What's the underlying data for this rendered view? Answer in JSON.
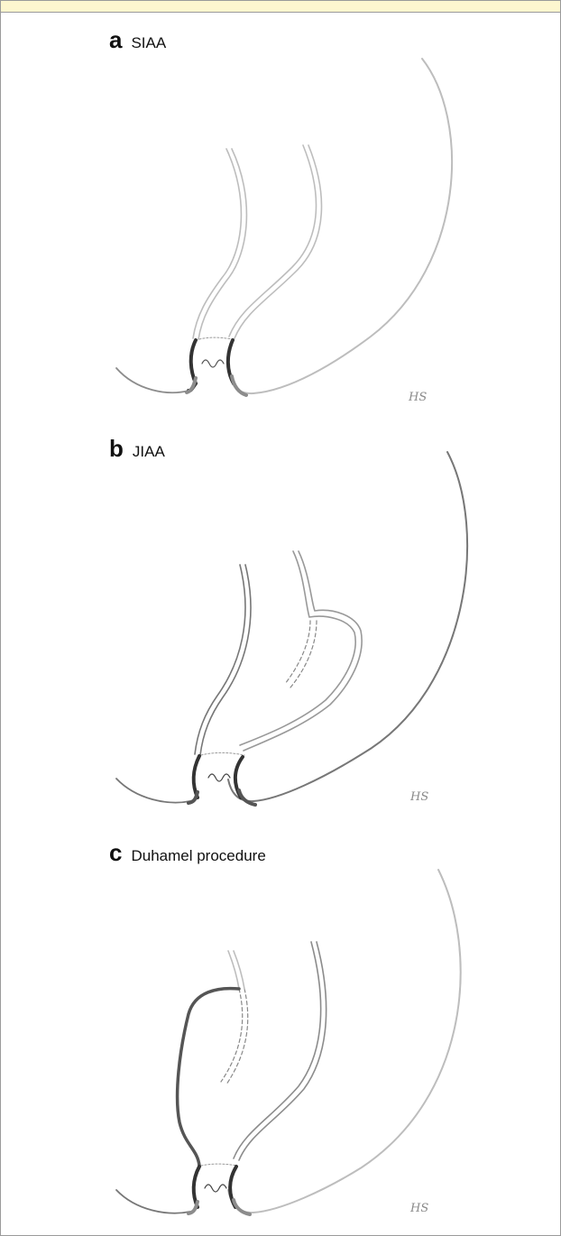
{
  "panels": [
    {
      "letter": "a",
      "title": "SIAA",
      "initials": "HS"
    },
    {
      "letter": "b",
      "title": "JIAA",
      "initials": "HS"
    },
    {
      "letter": "c",
      "title": "Duhamel procedure",
      "initials": "HS"
    }
  ],
  "colors": {
    "header_band": "#fdf6cf",
    "outline_light": "#bdbdbd",
    "outline_mid": "#8c8c8c",
    "outline_dark": "#333333"
  }
}
